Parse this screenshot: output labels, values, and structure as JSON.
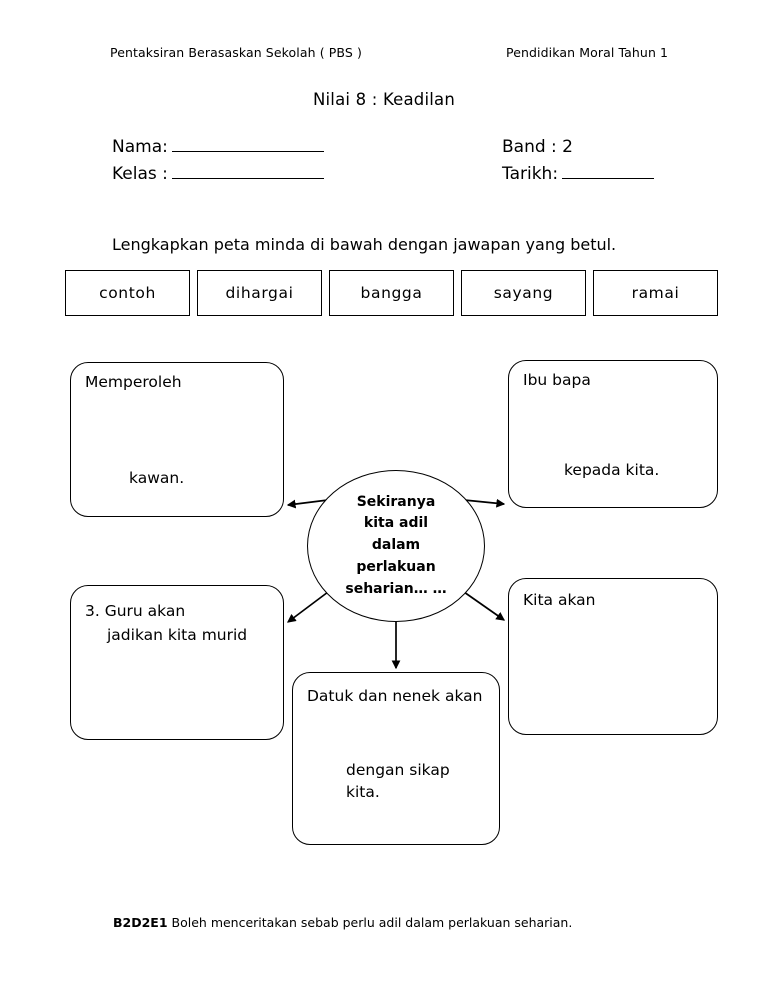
{
  "header": {
    "left": "Pentaksiran Berasaskan Sekolah ( PBS )",
    "right": "Pendidikan Moral Tahun 1",
    "title": "Nilai 8 : Keadilan"
  },
  "identity": {
    "nama_label": "Nama:",
    "kelas_label": "Kelas :",
    "band_label": "Band : 2",
    "tarikh_label": "Tarikh:"
  },
  "instruction": "Lengkapkan peta minda di bawah dengan jawapan yang betul.",
  "word_bank": [
    {
      "label": "contoh"
    },
    {
      "label": "dihargai"
    },
    {
      "label": "bangga"
    },
    {
      "label": "sayang"
    },
    {
      "label": "ramai"
    }
  ],
  "mindmap": {
    "centre": {
      "lines": [
        "Sekiranya",
        "kita adil",
        "dalam",
        "perlakuan",
        "seharian… …"
      ]
    },
    "nodes": {
      "top_left": {
        "line1": "Memperoleh",
        "line2": "kawan."
      },
      "top_right": {
        "line1": "Ibu bapa",
        "line2": "kepada kita."
      },
      "bottom_left": {
        "line1": "3. Guru akan",
        "line2": "jadikan kita murid"
      },
      "bottom_right": {
        "line1": "Kita akan",
        "line2": ""
      },
      "bottom_centre": {
        "line1": "Datuk dan nenek akan",
        "line2": "dengan sikap",
        "line3": "kita."
      }
    }
  },
  "footer": {
    "code": "B2D2E1",
    "text": "Boleh menceritakan sebab perlu adil dalam perlakuan seharian."
  },
  "colors": {
    "ink": "#000000",
    "paper": "#ffffff"
  }
}
